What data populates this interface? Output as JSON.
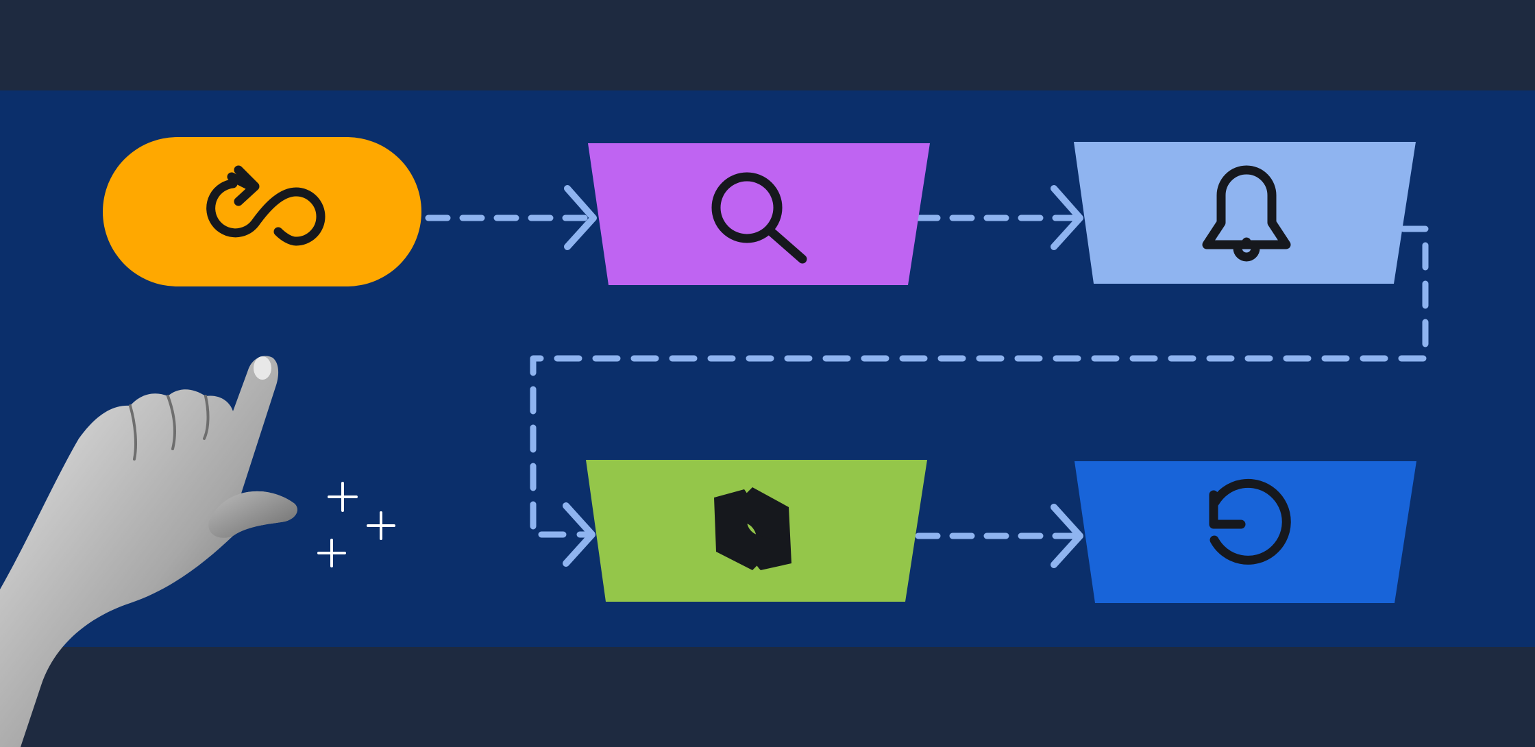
{
  "colors": {
    "frame": "#1e2a40",
    "panel": "#0b2f6b",
    "connector": "#8fb4f0",
    "icon_stroke": "#16181d",
    "sparkle": "#ffffff",
    "hand_light": "#d9d9d9",
    "hand_mid": "#a9a9a9",
    "hand_dark": "#5c5c5c"
  },
  "diagram": {
    "nodes": [
      {
        "id": "start",
        "shape": "pill",
        "color": "#ffa800",
        "icon": "infinity-loop-arrow-icon"
      },
      {
        "id": "search",
        "shape": "trapezoid",
        "color": "#bf64f2",
        "icon": "search-icon"
      },
      {
        "id": "notify",
        "shape": "trapezoid",
        "color": "#8fb4f0",
        "icon": "bell-icon"
      },
      {
        "id": "process",
        "shape": "trapezoid",
        "color": "#94c64a",
        "icon": "hexagon-logo-icon"
      },
      {
        "id": "restart",
        "shape": "trapezoid",
        "color": "#1864d9",
        "icon": "rotate-ccw-icon"
      }
    ],
    "edges": [
      {
        "from": "start",
        "to": "search"
      },
      {
        "from": "search",
        "to": "notify"
      },
      {
        "from": "notify",
        "to": "process"
      },
      {
        "from": "process",
        "to": "restart"
      }
    ]
  },
  "decorations": {
    "hand": "pointing-hand-illustration",
    "sparkles": "sparkle-plus-icons"
  }
}
